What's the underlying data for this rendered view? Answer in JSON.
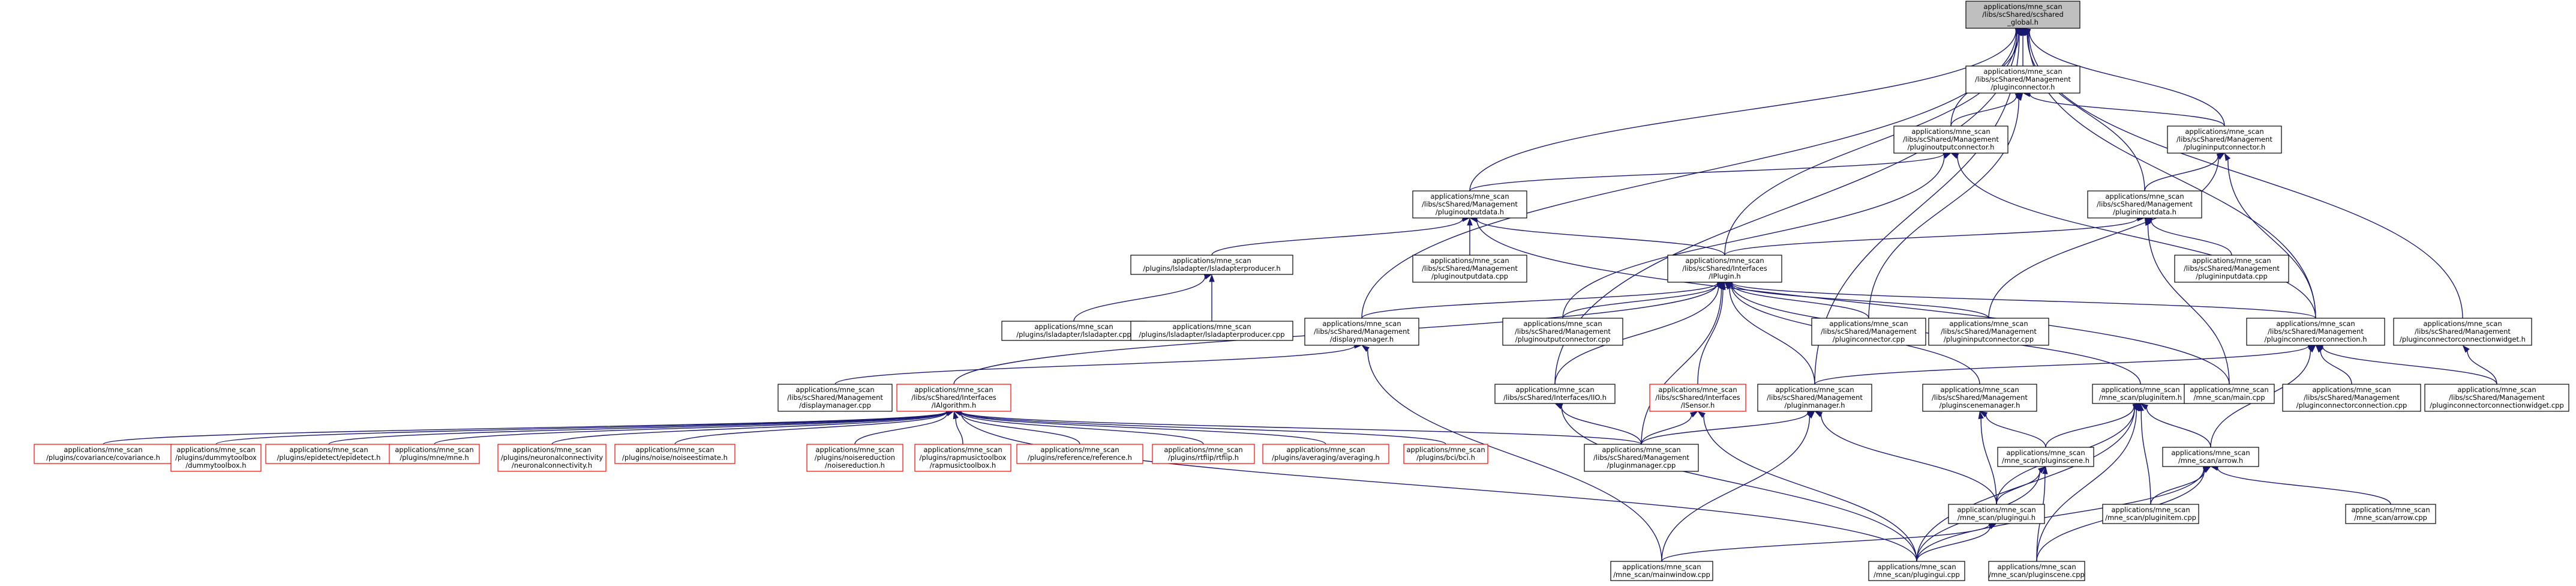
{
  "nodes": [
    {
      "id": "root",
      "lines": [
        "applications/mne_scan",
        "/libs/scShared/scshared",
        "_global.h"
      ],
      "style": "root"
    },
    {
      "id": "pluginconnector_h",
      "lines": [
        "applications/mne_scan",
        "/libs/scShared/Management",
        "/pluginconnector.h"
      ],
      "style": "normal"
    },
    {
      "id": "pluginoutputconnector_h",
      "lines": [
        "applications/mne_scan",
        "/libs/scShared/Management",
        "/pluginoutputconnector.h"
      ],
      "style": "normal"
    },
    {
      "id": "plugininputconnector_h",
      "lines": [
        "applications/mne_scan",
        "/libs/scShared/Management",
        "/plugininputconnector.h"
      ],
      "style": "normal"
    },
    {
      "id": "pluginoutputdata_h",
      "lines": [
        "applications/mne_scan",
        "/libs/scShared/Management",
        "/pluginoutputdata.h"
      ],
      "style": "normal"
    },
    {
      "id": "plugininputdata_h",
      "lines": [
        "applications/mne_scan",
        "/libs/scShared/Management",
        "/plugininputdata.h"
      ],
      "style": "normal"
    },
    {
      "id": "lsladapterproducer_h",
      "lines": [
        "applications/mne_scan",
        "/plugins/lsladapter/lsladapterproducer.h"
      ],
      "style": "normal"
    },
    {
      "id": "pluginoutputdata_cpp",
      "lines": [
        "applications/mne_scan",
        "/libs/scShared/Management",
        "/pluginoutputdata.cpp"
      ],
      "style": "normal"
    },
    {
      "id": "iplugin_h",
      "lines": [
        "applications/mne_scan",
        "/libs/scShared/Interfaces",
        "/IPlugin.h"
      ],
      "style": "normal"
    },
    {
      "id": "plugininputdata_cpp",
      "lines": [
        "applications/mne_scan",
        "/libs/scShared/Management",
        "/plugininputdata.cpp"
      ],
      "style": "normal"
    },
    {
      "id": "lsladapter_cpp",
      "lines": [
        "applications/mne_scan",
        "/plugins/lsladapter/lsladapter.cpp"
      ],
      "style": "normal"
    },
    {
      "id": "lsladapterproducer_cpp",
      "lines": [
        "applications/mne_scan",
        "/plugins/lsladapter/lsladapterproducer.cpp"
      ],
      "style": "normal"
    },
    {
      "id": "displaymanager_h",
      "lines": [
        "applications/mne_scan",
        "/libs/scShared/Management",
        "/displaymanager.h"
      ],
      "style": "normal"
    },
    {
      "id": "pluginoutputconnector_cpp",
      "lines": [
        "applications/mne_scan",
        "/libs/scShared/Management",
        "/pluginoutputconnector.cpp"
      ],
      "style": "normal"
    },
    {
      "id": "pluginconnector_cpp",
      "lines": [
        "applications/mne_scan",
        "/libs/scShared/Management",
        "/pluginconnector.cpp"
      ],
      "style": "normal"
    },
    {
      "id": "plugininputconnector_cpp",
      "lines": [
        "applications/mne_scan",
        "/libs/scShared/Management",
        "/plugininputconnector.cpp"
      ],
      "style": "normal"
    },
    {
      "id": "pluginconnectorconnection_h",
      "lines": [
        "applications/mne_scan",
        "/libs/scShared/Management",
        "/pluginconnectorconnection.h"
      ],
      "style": "normal"
    },
    {
      "id": "pluginconnectorconnectionwidget_h",
      "lines": [
        "applications/mne_scan",
        "/libs/scShared/Management",
        "/pluginconnectorconnectionwidget.h"
      ],
      "style": "normal"
    },
    {
      "id": "displaymanager_cpp",
      "lines": [
        "applications/mne_scan",
        "/libs/scShared/Management",
        "/displaymanager.cpp"
      ],
      "style": "normal"
    },
    {
      "id": "ialgorithm_h",
      "lines": [
        "applications/mne_scan",
        "/libs/scShared/Interfaces",
        "/IAlgorithm.h"
      ],
      "style": "red"
    },
    {
      "id": "iio_h",
      "lines": [
        "applications/mne_scan",
        "/libs/scShared/Interfaces/IIO.h"
      ],
      "style": "normal"
    },
    {
      "id": "isensor_h",
      "lines": [
        "applications/mne_scan",
        "/libs/scShared/Interfaces",
        "/ISensor.h"
      ],
      "style": "red"
    },
    {
      "id": "pluginmanager_h",
      "lines": [
        "applications/mne_scan",
        "/libs/scShared/Management",
        "/pluginmanager.h"
      ],
      "style": "normal"
    },
    {
      "id": "pluginscenemanager_h",
      "lines": [
        "applications/mne_scan",
        "/libs/scShared/Management",
        "/pluginscenemanager.h"
      ],
      "style": "normal"
    },
    {
      "id": "pluginitem_h",
      "lines": [
        "applications/mne_scan",
        "/mne_scan/pluginitem.h"
      ],
      "style": "normal"
    },
    {
      "id": "main_cpp",
      "lines": [
        "applications/mne_scan",
        "/mne_scan/main.cpp"
      ],
      "style": "normal"
    },
    {
      "id": "pluginconnectorconnection_cpp",
      "lines": [
        "applications/mne_scan",
        "/libs/scShared/Management",
        "/pluginconnectorconnection.cpp"
      ],
      "style": "normal"
    },
    {
      "id": "pluginconnectorconnectionwidget_cpp",
      "lines": [
        "applications/mne_scan",
        "/libs/scShared/Management",
        "/pluginconnectorconnectionwidget.cpp"
      ],
      "style": "normal"
    },
    {
      "id": "covariance_h",
      "lines": [
        "applications/mne_scan",
        "/plugins/covariance/covariance.h"
      ],
      "style": "red"
    },
    {
      "id": "dummytoolbox_h",
      "lines": [
        "applications/mne_scan",
        "/plugins/dummytoolbox",
        "/dummytoolbox.h"
      ],
      "style": "red"
    },
    {
      "id": "epidetect_h",
      "lines": [
        "applications/mne_scan",
        "/plugins/epidetect/epidetect.h"
      ],
      "style": "red"
    },
    {
      "id": "mne_h",
      "lines": [
        "applications/mne_scan",
        "/plugins/mne/mne.h"
      ],
      "style": "red"
    },
    {
      "id": "neuronalconnectivity_h",
      "lines": [
        "applications/mne_scan",
        "/plugins/neuronalconnectivity",
        "/neuronalconnectivity.h"
      ],
      "style": "red"
    },
    {
      "id": "noiseestimate_h",
      "lines": [
        "applications/mne_scan",
        "/plugins/noise/noiseestimate.h"
      ],
      "style": "red"
    },
    {
      "id": "noisereduction_h",
      "lines": [
        "applications/mne_scan",
        "/plugins/noisereduction",
        "/noisereduction.h"
      ],
      "style": "red"
    },
    {
      "id": "rapmusictoolbox_h",
      "lines": [
        "applications/mne_scan",
        "/plugins/rapmusictoolbox",
        "/rapmusictoolbox.h"
      ],
      "style": "red"
    },
    {
      "id": "reference_h",
      "lines": [
        "applications/mne_scan",
        "/plugins/reference/reference.h"
      ],
      "style": "red"
    },
    {
      "id": "rtfiiprtfiip_h",
      "lines": [
        "applications/mne_scan",
        "/plugins/rtfiip/rtfiip.h"
      ],
      "style": "red"
    },
    {
      "id": "averaging_h",
      "lines": [
        "applications/mne_scan",
        "/plugins/averaging/averaging.h"
      ],
      "style": "red"
    },
    {
      "id": "bci_h",
      "lines": [
        "applications/mne_scan",
        "/plugins/bci/bci.h"
      ],
      "style": "red"
    },
    {
      "id": "pluginmanager_cpp",
      "lines": [
        "applications/mne_scan",
        "/libs/scShared/Management",
        "/pluginmanager.cpp"
      ],
      "style": "normal"
    },
    {
      "id": "pluginscene_h",
      "lines": [
        "applications/mne_scan",
        "/mne_scan/pluginscene.h"
      ],
      "style": "normal"
    },
    {
      "id": "arrow_h",
      "lines": [
        "applications/mne_scan",
        "/mne_scan/arrow.h"
      ],
      "style": "normal"
    },
    {
      "id": "pluginitem_cpp",
      "lines": [
        "applications/mne_scan",
        "/mne_scan/pluginitem.cpp"
      ],
      "style": "normal"
    },
    {
      "id": "arrow_cpp",
      "lines": [
        "applications/mne_scan",
        "/mne_scan/arrow.cpp"
      ],
      "style": "normal"
    },
    {
      "id": "plugingui_h",
      "lines": [
        "applications/mne_scan",
        "/mne_scan/plugingui.h"
      ],
      "style": "normal"
    },
    {
      "id": "mainwindow_cpp",
      "lines": [
        "applications/mne_scan",
        "/mne_scan/mainwindow.cpp"
      ],
      "style": "normal"
    },
    {
      "id": "plugingui_cpp",
      "lines": [
        "applications/mne_scan",
        "/mne_scan/plugingui.cpp"
      ],
      "style": "normal"
    },
    {
      "id": "pluginscene_cpp",
      "lines": [
        "applications/mne_scan",
        "/mne_scan/pluginscene.cpp"
      ],
      "style": "normal"
    }
  ],
  "edges": [
    [
      "root",
      "pluginconnector_h"
    ],
    [
      "root",
      "plugininputconnector_h"
    ],
    [
      "root",
      "pluginoutputconnector_h"
    ],
    [
      "root",
      "pluginoutputdata_h"
    ],
    [
      "root",
      "plugininputdata_h"
    ],
    [
      "root",
      "displaymanager_h"
    ],
    [
      "root",
      "iplugin_h"
    ],
    [
      "root",
      "pluginconnectorconnection_h"
    ],
    [
      "root",
      "pluginconnectorconnectionwidget_h"
    ],
    [
      "root",
      "pluginmanager_h"
    ],
    [
      "root",
      "iio_h"
    ],
    [
      "pluginconnector_h",
      "pluginoutputconnector_h"
    ],
    [
      "pluginconnector_h",
      "plugininputconnector_h"
    ],
    [
      "pluginconnector_h",
      "pluginconnector_cpp"
    ],
    [
      "pluginoutputconnector_h",
      "pluginoutputdata_h"
    ],
    [
      "pluginoutputconnector_h",
      "pluginconnectorconnection_h"
    ],
    [
      "pluginoutputconnector_h",
      "pluginoutputconnector_cpp"
    ],
    [
      "plugininputconnector_h",
      "plugininputdata_h"
    ],
    [
      "plugininputconnector_h",
      "pluginconnectorconnection_h"
    ],
    [
      "plugininputconnector_h",
      "plugininputconnector_cpp"
    ],
    [
      "pluginoutputdata_h",
      "pluginoutputdata_cpp"
    ],
    [
      "pluginoutputdata_h",
      "lsladapterproducer_h"
    ],
    [
      "pluginoutputdata_h",
      "iplugin_h"
    ],
    [
      "pluginoutputdata_h",
      "main_cpp"
    ],
    [
      "plugininputdata_h",
      "plugininputdata_cpp"
    ],
    [
      "plugininputdata_h",
      "iplugin_h"
    ],
    [
      "plugininputdata_h",
      "main_cpp"
    ],
    [
      "lsladapterproducer_h",
      "lsladapter_cpp"
    ],
    [
      "lsladapterproducer_h",
      "lsladapterproducer_cpp"
    ],
    [
      "iplugin_h",
      "ialgorithm_h"
    ],
    [
      "iplugin_h",
      "iio_h"
    ],
    [
      "iplugin_h",
      "isensor_h"
    ],
    [
      "iplugin_h",
      "pluginmanager_h"
    ],
    [
      "iplugin_h",
      "pluginconnectorconnection_h"
    ],
    [
      "iplugin_h",
      "pluginoutputconnector_cpp"
    ],
    [
      "iplugin_h",
      "pluginconnector_cpp"
    ],
    [
      "iplugin_h",
      "plugininputconnector_cpp"
    ],
    [
      "iplugin_h",
      "displaymanager_h"
    ],
    [
      "iplugin_h",
      "pluginitem_h"
    ],
    [
      "iplugin_h",
      "pluginscenemanager_h"
    ],
    [
      "iplugin_h",
      "pluginmanager_cpp"
    ],
    [
      "displaymanager_h",
      "displaymanager_cpp"
    ],
    [
      "displaymanager_h",
      "mainwindow_cpp"
    ],
    [
      "pluginconnectorconnection_h",
      "pluginconnectorconnection_cpp"
    ],
    [
      "pluginconnectorconnection_h",
      "pluginconnectorconnectionwidget_cpp"
    ],
    [
      "pluginconnectorconnection_h",
      "arrow_h"
    ],
    [
      "pluginconnectorconnection_h",
      "pluginmanager_h"
    ],
    [
      "pluginconnectorconnectionwidget_h",
      "pluginconnectorconnectionwidget_cpp"
    ],
    [
      "ialgorithm_h",
      "covariance_h"
    ],
    [
      "ialgorithm_h",
      "dummytoolbox_h"
    ],
    [
      "ialgorithm_h",
      "epidetect_h"
    ],
    [
      "ialgorithm_h",
      "mne_h"
    ],
    [
      "ialgorithm_h",
      "neuronalconnectivity_h"
    ],
    [
      "ialgorithm_h",
      "noiseestimate_h"
    ],
    [
      "ialgorithm_h",
      "noisereduction_h"
    ],
    [
      "ialgorithm_h",
      "rapmusictoolbox_h"
    ],
    [
      "ialgorithm_h",
      "reference_h"
    ],
    [
      "ialgorithm_h",
      "rtfiiprtfiip_h"
    ],
    [
      "ialgorithm_h",
      "averaging_h"
    ],
    [
      "ialgorithm_h",
      "bci_h"
    ],
    [
      "ialgorithm_h",
      "pluginmanager_cpp"
    ],
    [
      "ialgorithm_h",
      "plugingui_cpp"
    ],
    [
      "iio_h",
      "pluginmanager_cpp"
    ],
    [
      "iio_h",
      "plugingui_cpp"
    ],
    [
      "isensor_h",
      "pluginmanager_cpp"
    ],
    [
      "isensor_h",
      "plugingui_cpp"
    ],
    [
      "pluginmanager_h",
      "pluginmanager_cpp"
    ],
    [
      "pluginmanager_h",
      "mainwindow_cpp"
    ],
    [
      "pluginmanager_h",
      "plugingui_h"
    ],
    [
      "pluginscenemanager_h",
      "pluginscene_h"
    ],
    [
      "pluginscenemanager_h",
      "plugingui_h"
    ],
    [
      "pluginitem_h",
      "pluginscene_h"
    ],
    [
      "pluginitem_h",
      "pluginitem_cpp"
    ],
    [
      "pluginitem_h",
      "plugingui_h"
    ],
    [
      "pluginitem_h",
      "arrow_h"
    ],
    [
      "pluginitem_h",
      "plugingui_cpp"
    ],
    [
      "pluginitem_h",
      "pluginscene_cpp"
    ],
    [
      "pluginscene_h",
      "plugingui_h"
    ],
    [
      "pluginscene_h",
      "pluginscene_cpp"
    ],
    [
      "pluginscene_h",
      "plugingui_cpp"
    ],
    [
      "arrow_h",
      "pluginitem_cpp"
    ],
    [
      "arrow_h",
      "arrow_cpp"
    ],
    [
      "arrow_h",
      "plugingui_cpp"
    ],
    [
      "arrow_h",
      "pluginscene_cpp"
    ],
    [
      "plugingui_h",
      "mainwindow_cpp"
    ],
    [
      "plugingui_h",
      "plugingui_cpp"
    ]
  ]
}
